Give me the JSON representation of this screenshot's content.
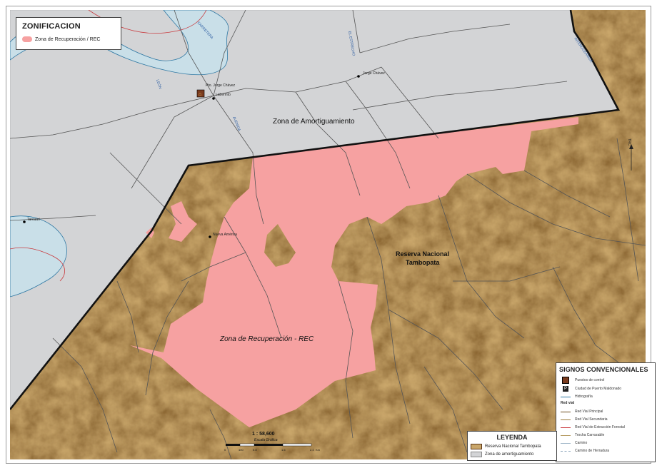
{
  "colors": {
    "reserve": "#c9a66a",
    "buffer": "#d3d4d6",
    "recovery": "#f6a1a1",
    "river": "#c9dfe8",
    "river_edge": "#2f78a3",
    "road": "#555555",
    "red_road": "#c9393d",
    "boundary": "#111111"
  },
  "zonificacion": {
    "title": "ZONIFICACION",
    "item_label": "Zona de Recuperación / REC"
  },
  "map_labels": {
    "buffer_zone": "Zona de Amortiguamiento",
    "reserve_line1": "Reserva Nacional",
    "reserve_line2": "Tambopata",
    "recovery_zone": "Zona de Recuperación - REC",
    "town_1": "Pto. Jorge Chávez",
    "town_2": "Laberinto",
    "town_3": "Jorge Chávez",
    "town_4": "Nueva América",
    "town_5": "Tarcuari",
    "road_1": "CARRETERA",
    "road_2": "AVENIDA",
    "road_3": "LEÓN",
    "road_4": "EL ESTRECHO",
    "road_5": "INTEROCEÁNICA",
    "road_6": "TRC"
  },
  "scale": {
    "ratio": "1 : 58,600",
    "caption": "Escala Gráfica",
    "ticks": [
      "0",
      "400",
      "0.8",
      "1.6",
      "2.4",
      "3.2"
    ],
    "unit": "Km"
  },
  "signos": {
    "title": "SIGNOS CONVENCIONALES",
    "items": [
      "Puestos de control",
      "Ciudad de Puerto Maldonado",
      "Hidrografía"
    ],
    "subtitle": "Red vial",
    "road_items": [
      "Red Vial Principal",
      "Red Vial Secundaria",
      "Red Vial de Extracción Forestal",
      "Trocha Carrozable",
      "Camino",
      "Camino de Herradura"
    ]
  },
  "leyenda": {
    "title": "LEYENDA",
    "items": [
      "Reserva Nacional Tambopata",
      "Zona de amortiguamiento"
    ]
  }
}
